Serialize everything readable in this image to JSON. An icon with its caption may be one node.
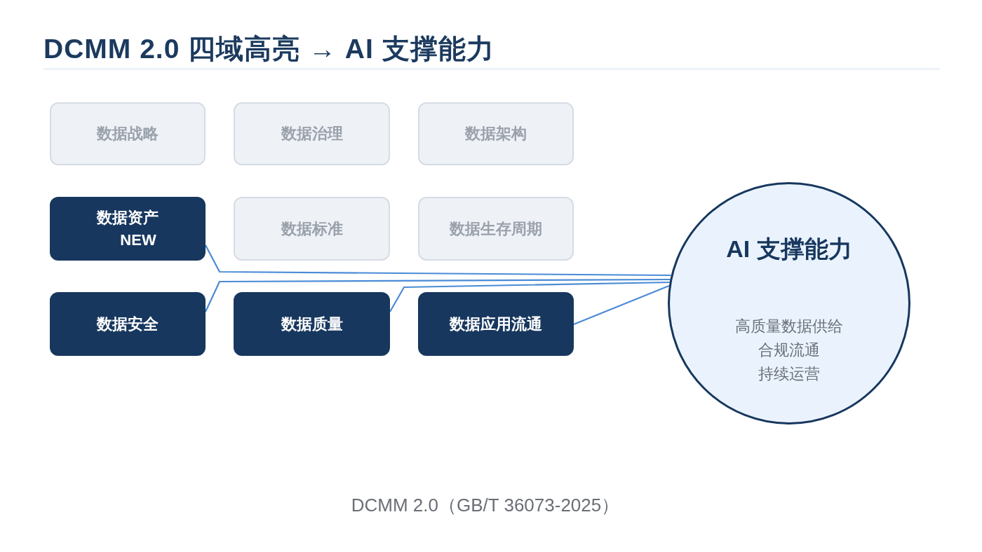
{
  "diagram": {
    "title": "DCMM 2.0 四域高亮 → AI 支撑能力",
    "caption": "DCMM 2.0（GB/T 36073-2025）",
    "nodes": [
      {
        "text": [
          "数据战略"
        ]
      },
      {
        "text": [
          "数据治理"
        ]
      },
      {
        "text": [
          "数据架构"
        ]
      },
      {
        "text": [
          "数据资产",
          "NEW"
        ]
      },
      {
        "text": [
          "数据标准"
        ]
      },
      {
        "text": [
          "数据生存周期"
        ]
      },
      {
        "text": [
          "数据安全"
        ]
      },
      {
        "text": [
          "数据质量"
        ]
      },
      {
        "text": [
          "数据应用流通"
        ]
      },
      {
        "text": [
          "AI 支撑能力",
          "高质量数据供给",
          "合规流通",
          "持续运营"
        ]
      }
    ],
    "edges": [
      {
        "from": 3,
        "to": 9,
        "arrow": "none"
      },
      {
        "from": 6,
        "to": 9,
        "arrow": "none"
      },
      {
        "from": 7,
        "to": 9,
        "arrow": "none"
      },
      {
        "from": 8,
        "to": 9,
        "arrow": "none"
      }
    ]
  }
}
